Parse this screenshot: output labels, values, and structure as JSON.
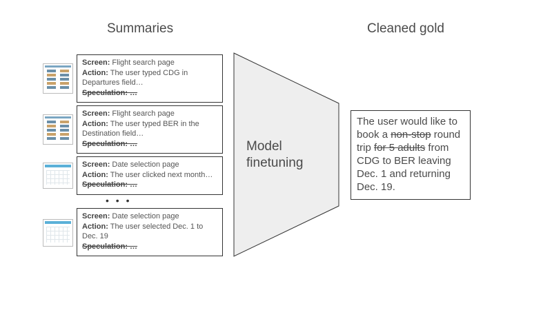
{
  "headings": {
    "summaries": "Summaries",
    "cleaned_gold": "Cleaned gold"
  },
  "summaries": [
    {
      "screen_label": "Screen:",
      "screen": "Flight search page",
      "action_label": "Action:",
      "action": "The user typed CDG in Departures field…",
      "speculation": "Speculation: …",
      "thumbnail": "flight-search-thumbnail"
    },
    {
      "screen_label": "Screen:",
      "screen": "Flight search page",
      "action_label": "Action:",
      "action": "The user typed BER in the Destination field…",
      "speculation": "Speculation: …",
      "thumbnail": "flight-search-thumbnail"
    },
    {
      "screen_label": "Screen:",
      "screen": "Date selection page",
      "action_label": "Action:",
      "action": "The user clicked next month…",
      "speculation": "Speculation: …",
      "thumbnail": "date-selection-thumbnail"
    },
    {
      "screen_label": "Screen:",
      "screen": "Date selection page",
      "action_label": "Action:",
      "action": "The user selected Dec. 1 to Dec. 19",
      "speculation": "Speculation: …",
      "thumbnail": "date-selection-thumbnail"
    }
  ],
  "ellipsis": "• • •",
  "model": {
    "line1": "Model",
    "line2": "finetuning"
  },
  "gold": {
    "t1": "The user would like to book a ",
    "s1": "non-stop",
    "t2": " round trip ",
    "s2": "for 5 adults",
    "t3": " from CDG to BER leaving Dec. 1 and returning Dec. 19."
  },
  "colors": {
    "funnel_fill": "#eeeeee",
    "border": "#333333"
  }
}
